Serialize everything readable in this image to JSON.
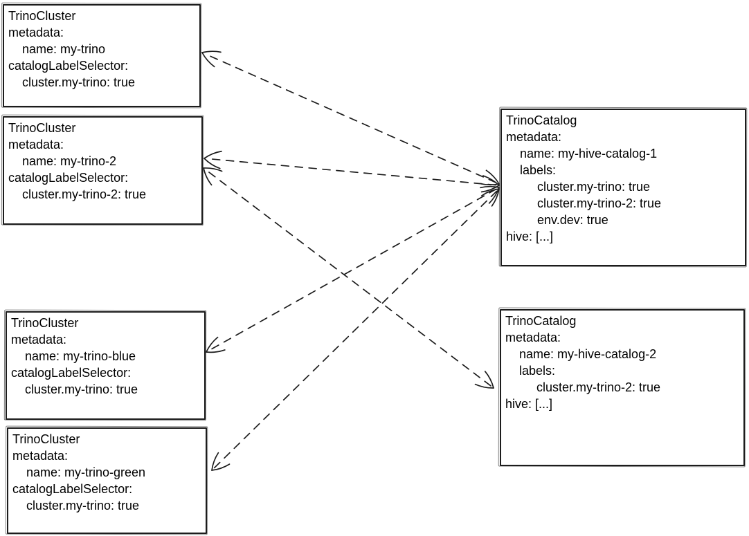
{
  "canvas": {
    "background": "#ffffff",
    "stroke_color": "#1c1c1c",
    "text_color": "#000000"
  },
  "boxes": [
    {
      "id": "trino-cluster-1",
      "kind": "TrinoCluster",
      "lines": [
        "TrinoCluster",
        "metadata:",
        "    name: my-trino",
        "catalogLabelSelector:",
        "    cluster.my-trino: true"
      ]
    },
    {
      "id": "trino-cluster-2",
      "kind": "TrinoCluster",
      "lines": [
        "TrinoCluster",
        "metadata:",
        "    name: my-trino-2",
        "catalogLabelSelector:",
        "    cluster.my-trino-2: true"
      ]
    },
    {
      "id": "trino-cluster-blue",
      "kind": "TrinoCluster",
      "lines": [
        "TrinoCluster",
        "metadata:",
        "    name: my-trino-blue",
        "catalogLabelSelector:",
        "    cluster.my-trino: true"
      ]
    },
    {
      "id": "trino-cluster-green",
      "kind": "TrinoCluster",
      "lines": [
        "TrinoCluster",
        "metadata:",
        "    name: my-trino-green",
        "catalogLabelSelector:",
        "    cluster.my-trino: true"
      ]
    },
    {
      "id": "trino-catalog-1",
      "kind": "TrinoCatalog",
      "lines": [
        "TrinoCatalog",
        "metadata:",
        "    name: my-hive-catalog-1",
        "    labels:",
        "         cluster.my-trino: true",
        "         cluster.my-trino-2: true",
        "         env.dev: true",
        "hive: [...]"
      ]
    },
    {
      "id": "trino-catalog-2",
      "kind": "TrinoCatalog",
      "lines": [
        "TrinoCatalog",
        "metadata:",
        "    name: my-hive-catalog-2",
        "    labels:",
        "         cluster.my-trino-2: true",
        "hive: [...]"
      ]
    }
  ],
  "edges": [
    {
      "from": "trino-catalog-1",
      "to": "trino-cluster-1",
      "style": "dashed",
      "arrowheads": "both"
    },
    {
      "from": "trino-catalog-1",
      "to": "trino-cluster-2",
      "style": "dashed",
      "arrowheads": "both"
    },
    {
      "from": "trino-catalog-1",
      "to": "trino-cluster-blue",
      "style": "dashed",
      "arrowheads": "both"
    },
    {
      "from": "trino-catalog-1",
      "to": "trino-cluster-green",
      "style": "dashed",
      "arrowheads": "both"
    },
    {
      "from": "trino-catalog-2",
      "to": "trino-cluster-2",
      "style": "dashed",
      "arrowheads": "both"
    }
  ]
}
